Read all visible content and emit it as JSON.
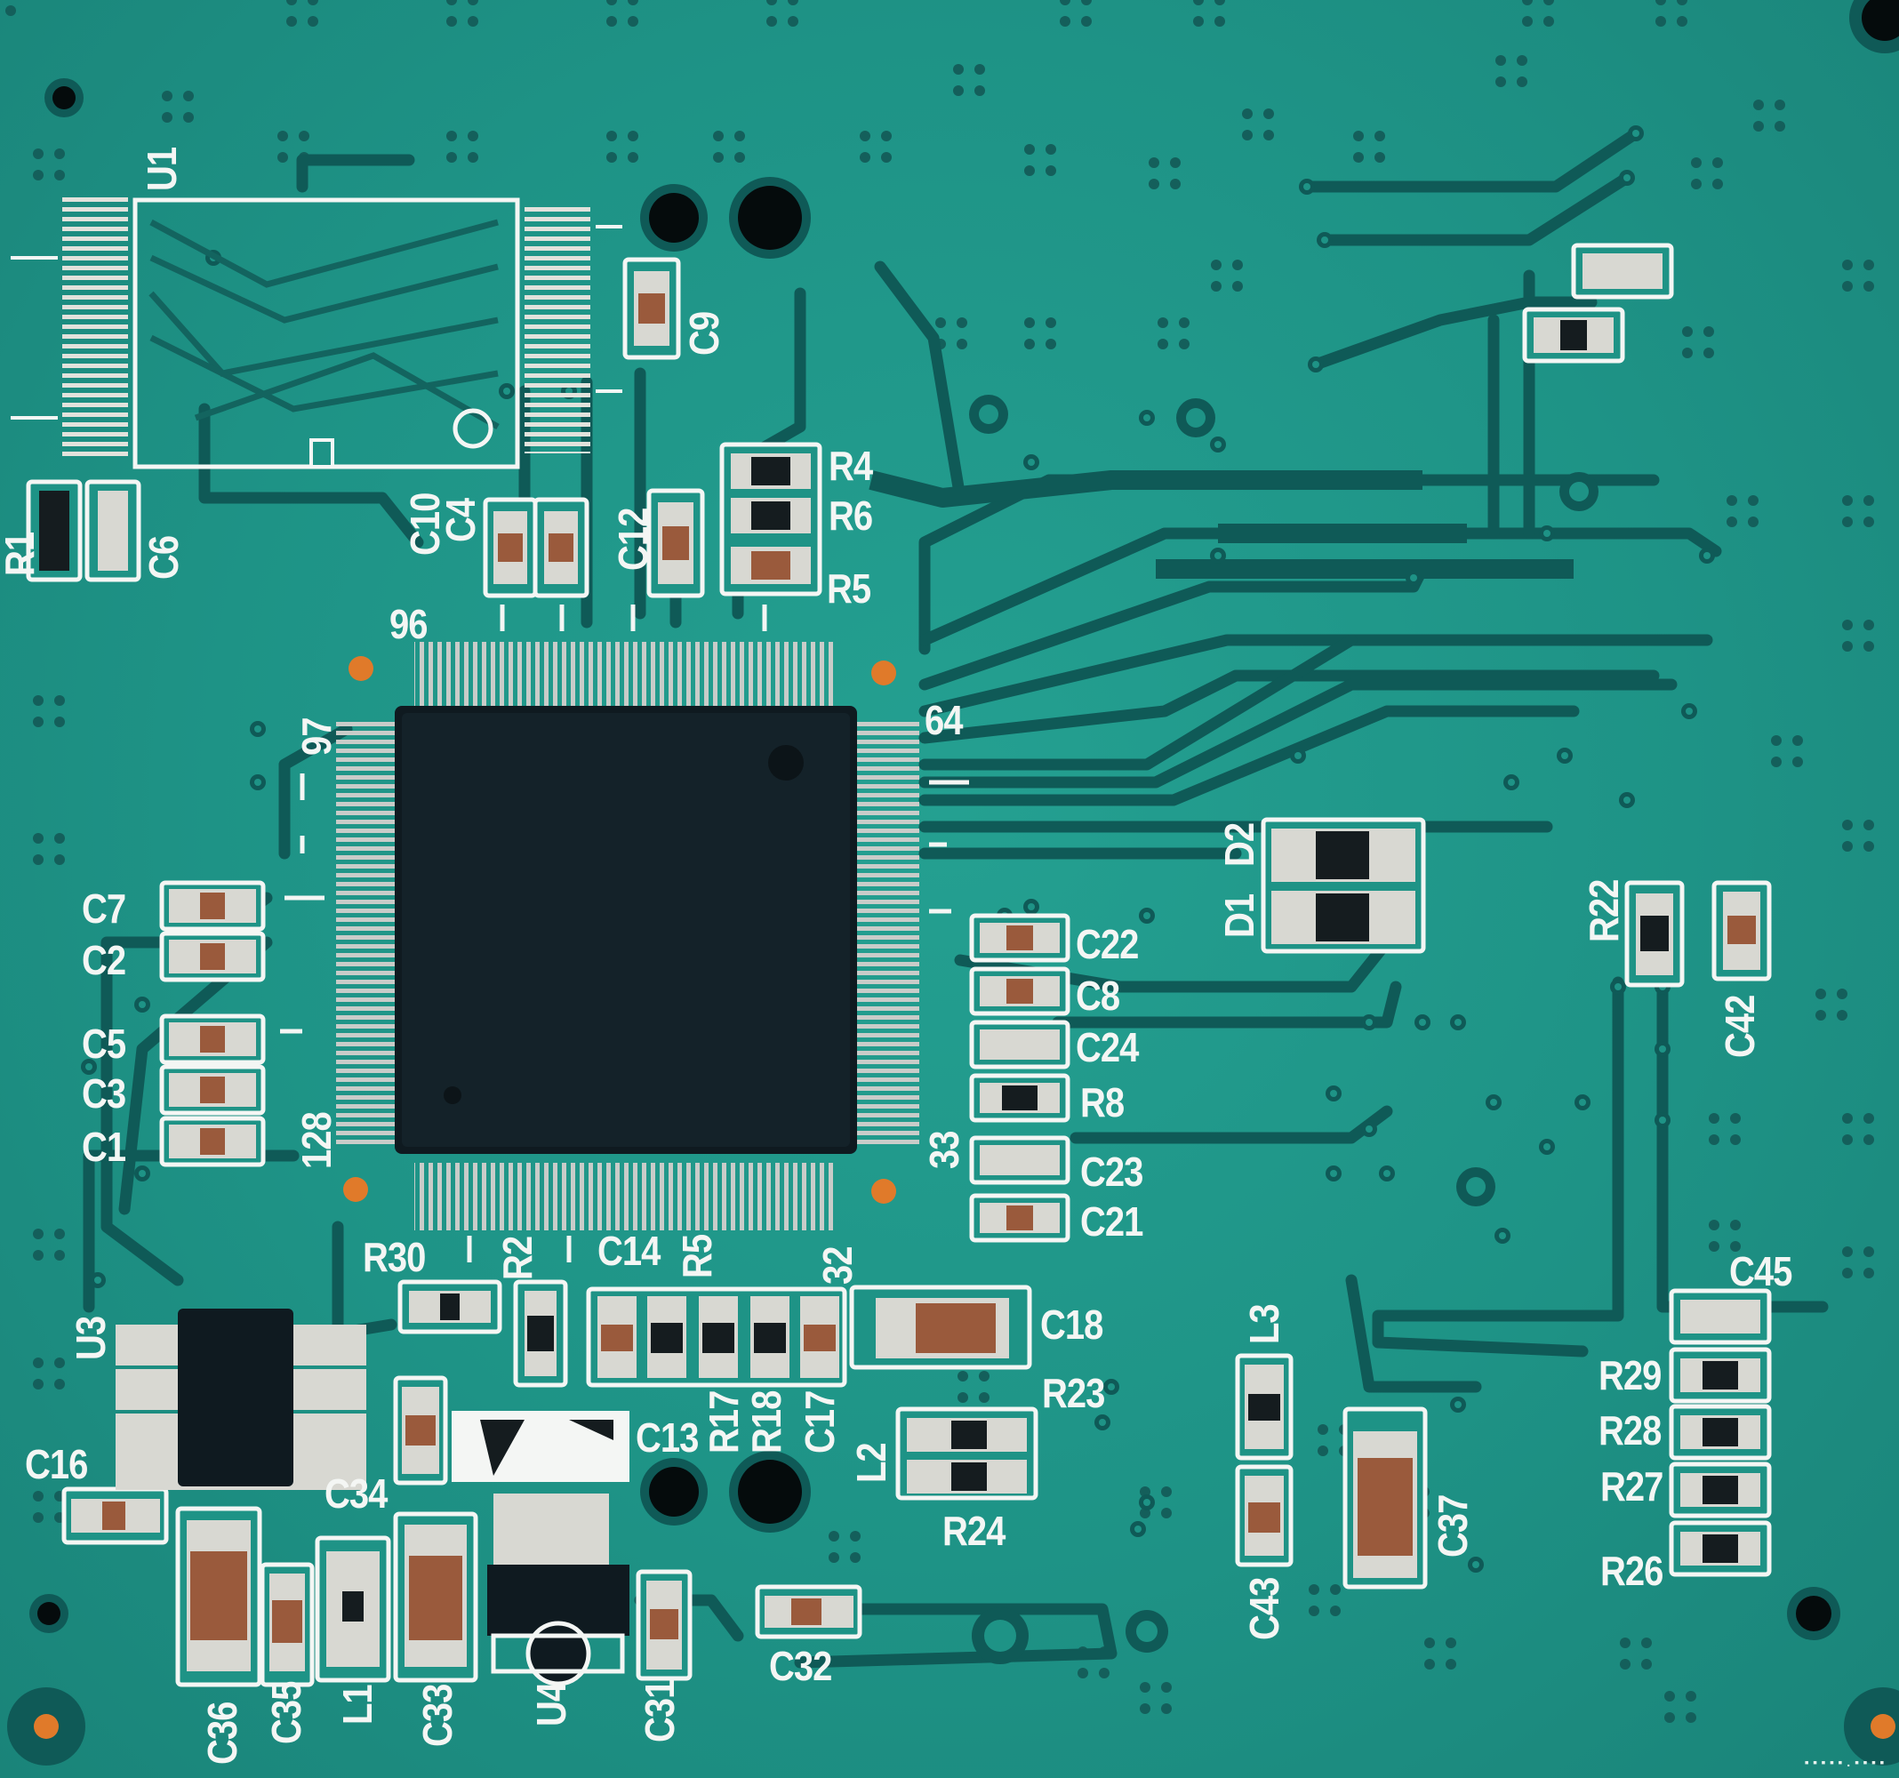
{
  "board": {
    "colors": {
      "solder_mask": "#1e9386",
      "trace": "#0f5a57",
      "silkscreen": "#f4f6f4",
      "chip": "#0f1a20",
      "pad": "#c9ccc9",
      "copper": "#e07a2a",
      "component": "#9a5a3c"
    },
    "watermark": "▪▪▪▪▪.▪▪▪▪"
  },
  "labels": {
    "U1": "U1",
    "C6": "C6",
    "R1": "R1",
    "C9": "C9",
    "C10": "C10",
    "C4": "C4",
    "C12": "C12",
    "R4": "R4",
    "R6": "R6",
    "R5_top": "R5",
    "pin96": "96",
    "pin97": "97",
    "pin64": "64",
    "pin128": "128",
    "pin33": "33",
    "pin32": "32",
    "C7": "C7",
    "C2": "C2",
    "C5": "C5",
    "C3": "C3",
    "C1": "C1",
    "C22": "C22",
    "C8": "C8",
    "C24": "C24",
    "R8": "R8",
    "C23": "C23",
    "C21": "C21",
    "D1": "D1",
    "D2": "D2",
    "R22": "R22",
    "C42": "C42",
    "R30": "R30",
    "R2": "R2",
    "C14": "C14",
    "R5": "R5",
    "C18": "C18",
    "R17": "R17",
    "R18": "R18",
    "C17": "C17",
    "L2": "L2",
    "R23": "R23",
    "R24": "R24",
    "U3": "U3",
    "C16": "C16",
    "C34": "C34",
    "C13": "C13",
    "C36": "C36",
    "C35": "C35",
    "L1": "L1",
    "C33": "C33",
    "U4": "U4",
    "C31": "C31",
    "C32": "C32",
    "L3": "L3",
    "C43": "C43",
    "C37": "C37",
    "C45": "C45",
    "R29": "R29",
    "R28": "R28",
    "R27": "R27",
    "R26": "R26"
  }
}
